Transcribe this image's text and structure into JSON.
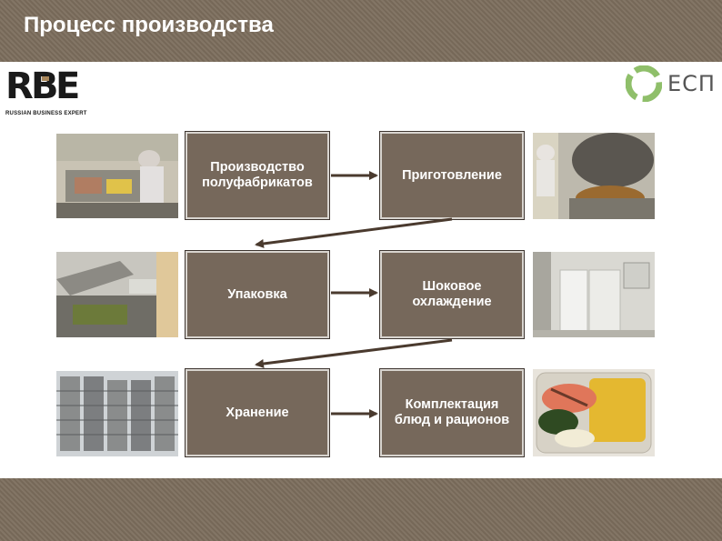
{
  "header": {
    "title": "Процесс производства"
  },
  "logos": {
    "left": {
      "mark": "RBE",
      "subtitle": "RUSSIAN BUSINESS EXPERT"
    },
    "right": {
      "mark": "ЕСП"
    }
  },
  "steps": [
    {
      "label": "Производство\nполуфабрикатов"
    },
    {
      "label": "Приготовление"
    },
    {
      "label": "Упаковка"
    },
    {
      "label": "Шоковое\nохлаждение"
    },
    {
      "label": "Хранение"
    },
    {
      "label": "Комплектация\nблюд и рационов"
    }
  ],
  "colors": {
    "band": "#7c6e5d",
    "box": "#76685b",
    "arrow": "#4a3a2e"
  }
}
